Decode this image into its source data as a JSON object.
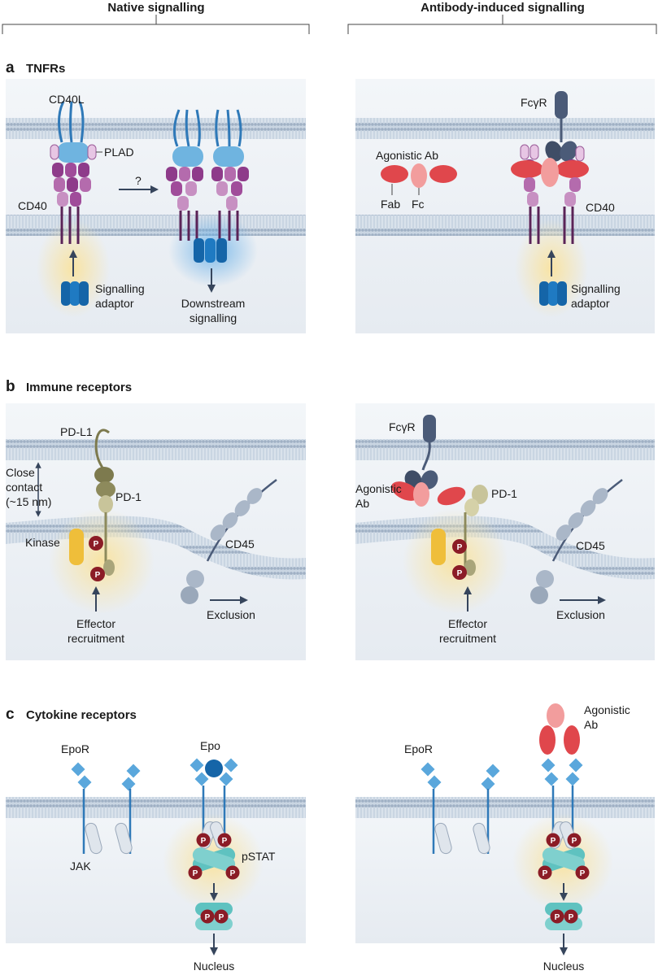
{
  "headers": {
    "left": "Native signalling",
    "right": "Antibody-induced signalling"
  },
  "sections": {
    "a": {
      "letter": "a",
      "title": "TNFRs"
    },
    "b": {
      "letter": "b",
      "title": "Immune receptors"
    },
    "c": {
      "letter": "c",
      "title": "Cytokine receptors"
    }
  },
  "panel_a": {
    "cd40l": "CD40L",
    "plad": "PLAD",
    "cd40_left": "CD40",
    "question": "?",
    "sig_adaptor_l1": "Signalling",
    "sig_adaptor_l2": "adaptor",
    "downstream_l1": "Downstream",
    "downstream_l2": "signalling",
    "fcgr": "FcγR",
    "agonistic_ab": "Agonistic Ab",
    "fab": "Fab",
    "fc": "Fc",
    "cd40_right": "CD40",
    "sig_adaptor_r1": "Signalling",
    "sig_adaptor_r2": "adaptor"
  },
  "panel_b": {
    "pdl1": "PD-L1",
    "close_l1": "Close",
    "close_l2": "contact",
    "close_l3": "(~15 nm)",
    "pd1_left": "PD-1",
    "kinase": "Kinase",
    "cd45_left": "CD45",
    "effector_l1": "Effector",
    "effector_l2": "recruitment",
    "exclusion_left": "Exclusion",
    "fcgr": "FcγR",
    "agonistic_l1": "Agonistic",
    "agonistic_l2": "Ab",
    "pd1_right": "PD-1",
    "cd45_right": "CD45",
    "effector_r1": "Effector",
    "effector_r2": "recruitment",
    "exclusion_right": "Exclusion",
    "p": "P"
  },
  "panel_c": {
    "epor_left": "EpoR",
    "epo": "Epo",
    "jak": "JAK",
    "pstat": "pSTAT",
    "nucleus_left": "Nucleus",
    "agonistic_l1": "Agonistic",
    "agonistic_l2": "Ab",
    "epor_right": "EpoR",
    "nucleus_right": "Nucleus"
  },
  "colors": {
    "membrane": "#b8c6d6",
    "cell": "#e8edf3",
    "cd40_purple": "#8e3b8a",
    "plad_pink": "#e7c6e4",
    "ligand_blue": "#3a8fc8",
    "adaptor_blue": "#1565a8",
    "antibody_red": "#e0474c",
    "antibody_pink": "#f29d9d",
    "fcgr_navy": "#4b5b78",
    "pd1_olive": "#a9a57a",
    "kinase_yellow": "#efbe3a",
    "cd45_grey": "#aab7c8",
    "epor_blue": "#5aa7dc",
    "stat_teal": "#5fc2c0",
    "phospho_maroon": "#8b1c26",
    "glow": "#f7e2a4"
  }
}
